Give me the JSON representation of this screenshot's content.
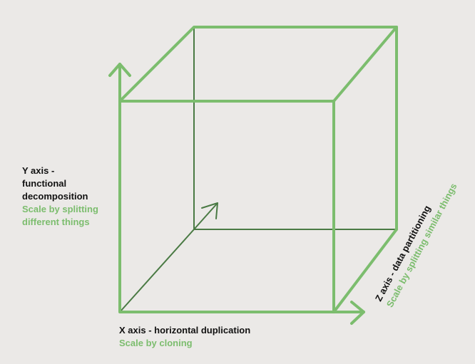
{
  "colors": {
    "background": "#ebe9e7",
    "cube_edge": "#7cbd6e",
    "hidden_edge": "#4a7a44",
    "label_dark": "#111111",
    "label_green": "#7cbd6e"
  },
  "y_axis": {
    "title_lines": [
      "Y axis -",
      "functional",
      "decomposition"
    ],
    "subtitle_lines": [
      "Scale by splitting",
      "different things"
    ]
  },
  "x_axis": {
    "title": "X axis - horizontal duplication",
    "subtitle": "Scale by cloning"
  },
  "z_axis": {
    "title": "Z axis - data partitioning",
    "subtitle": "Scale by splitting similar things"
  }
}
